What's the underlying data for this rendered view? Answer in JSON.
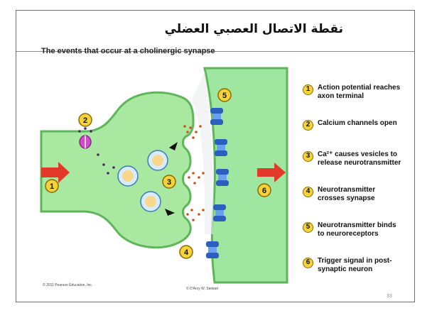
{
  "title": "نقطة الاتصال العصبي العضلي",
  "subtitle": "The events that occur at a cholinergic synapse",
  "legend": [
    {
      "num": "1",
      "line1": "Action potential reaches",
      "line2": "axon terminal"
    },
    {
      "num": "2",
      "line1": "Calcium channels open",
      "line2": ""
    },
    {
      "num": "3",
      "line1": "Ca²⁺ causes vesicles to",
      "line2": "release neurotransmitter"
    },
    {
      "num": "4",
      "line1": "Neurotransmitter",
      "line2": "crosses synapse"
    },
    {
      "num": "5",
      "line1": "Neurotransmitter binds",
      "line2": "to neuroreceptors"
    },
    {
      "num": "6",
      "line1": "Trigger signal in post-",
      "line2": "synaptic neuron"
    }
  ],
  "diagram_badges": [
    "1",
    "2",
    "3",
    "4",
    "5",
    "6"
  ],
  "credits": {
    "left": "© 2011 Pearson Education, Inc.",
    "center": "© D'Arcy W. Stewart"
  },
  "page_number": "33",
  "colors": {
    "membrane_fill": "#a9e8a0",
    "membrane_edge": "#5fb55a",
    "postsynaptic_fill": "#9fe6a0",
    "arrow_red": "#e23a2a",
    "badge_yellow": "#f6d33a",
    "receptor_blue": "#2b5fbf",
    "vesicle_fill": "#d8ecff",
    "nt_dot": "#c7561f",
    "ca_dot": "#4a2a5a"
  }
}
